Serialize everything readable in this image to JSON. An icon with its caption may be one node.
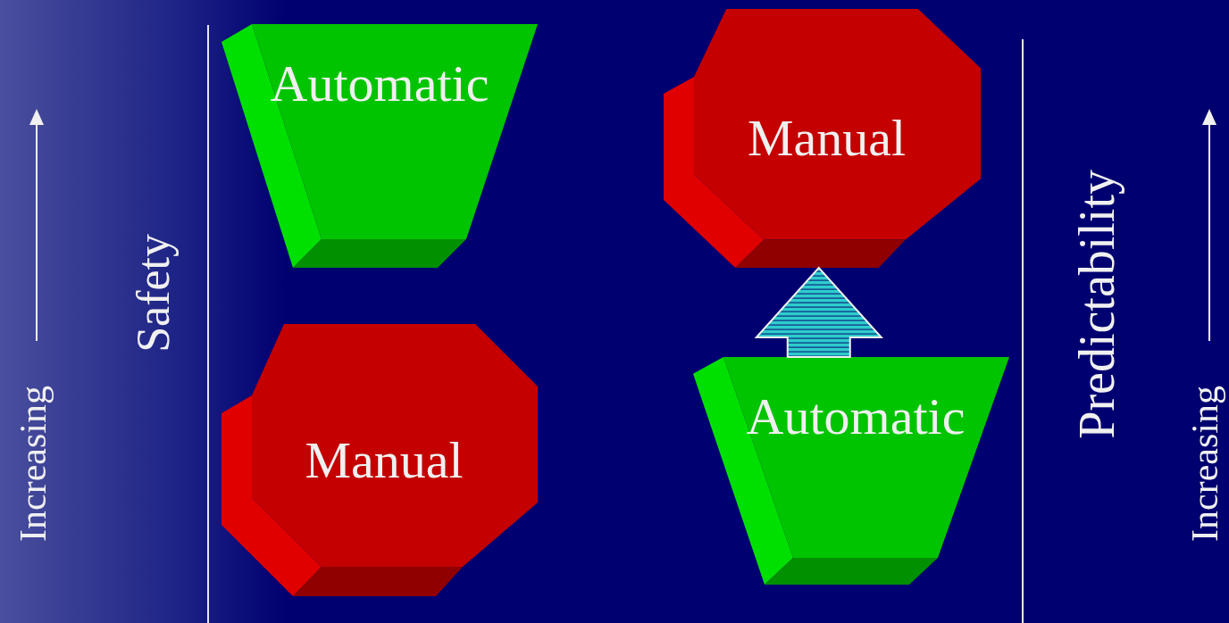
{
  "diagram": {
    "nodes": [
      {
        "text": [
          "Automatic"
        ]
      },
      {
        "text": [
          "Manual"
        ]
      },
      {
        "text": [
          "Manual"
        ]
      },
      {
        "text": [
          "Automatic"
        ]
      }
    ],
    "edges": [
      {
        "from": 3,
        "to": 2,
        "arrow": "to",
        "style": "thick"
      }
    ],
    "labels": [
      "Increasing",
      "Safety",
      "Predictability",
      "Increasing"
    ]
  }
}
